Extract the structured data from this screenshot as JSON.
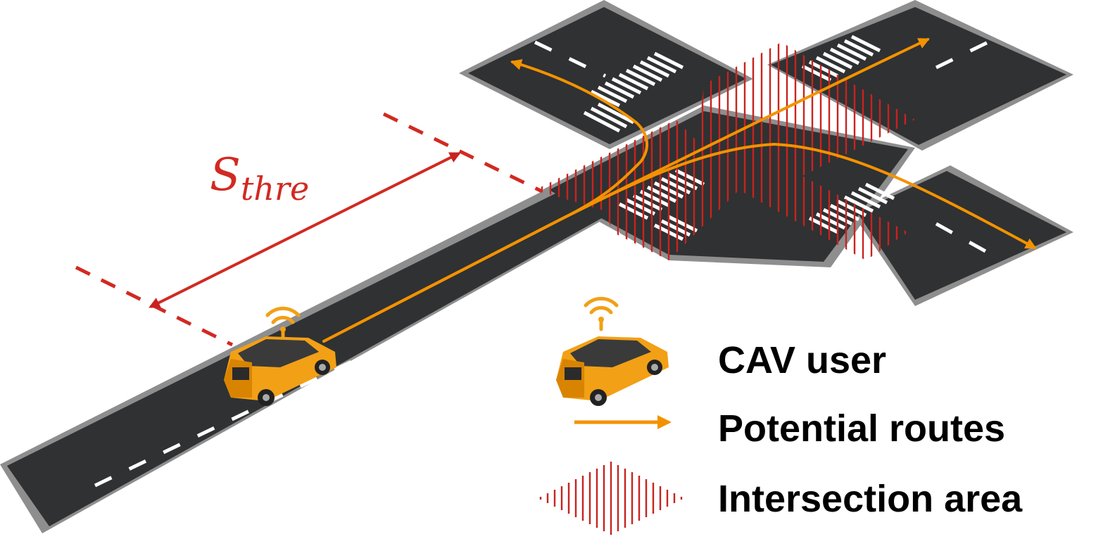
{
  "annotation": {
    "threshold_symbol": "S",
    "threshold_subscript": "thre"
  },
  "legend": {
    "cav_user": "CAV user",
    "potential_routes": "Potential routes",
    "intersection_area": "Intersection area"
  },
  "colors": {
    "road": "#2f3133",
    "road_edge": "#8e8e8e",
    "lane_marking": "#ffffff",
    "route": "#f39200",
    "intersection_hatch": "#c8231e",
    "threshold": "#d12a22",
    "car_body": "#f2a016"
  },
  "icons": [
    "car-icon",
    "wifi-signal-icon",
    "arrow-icon"
  ]
}
